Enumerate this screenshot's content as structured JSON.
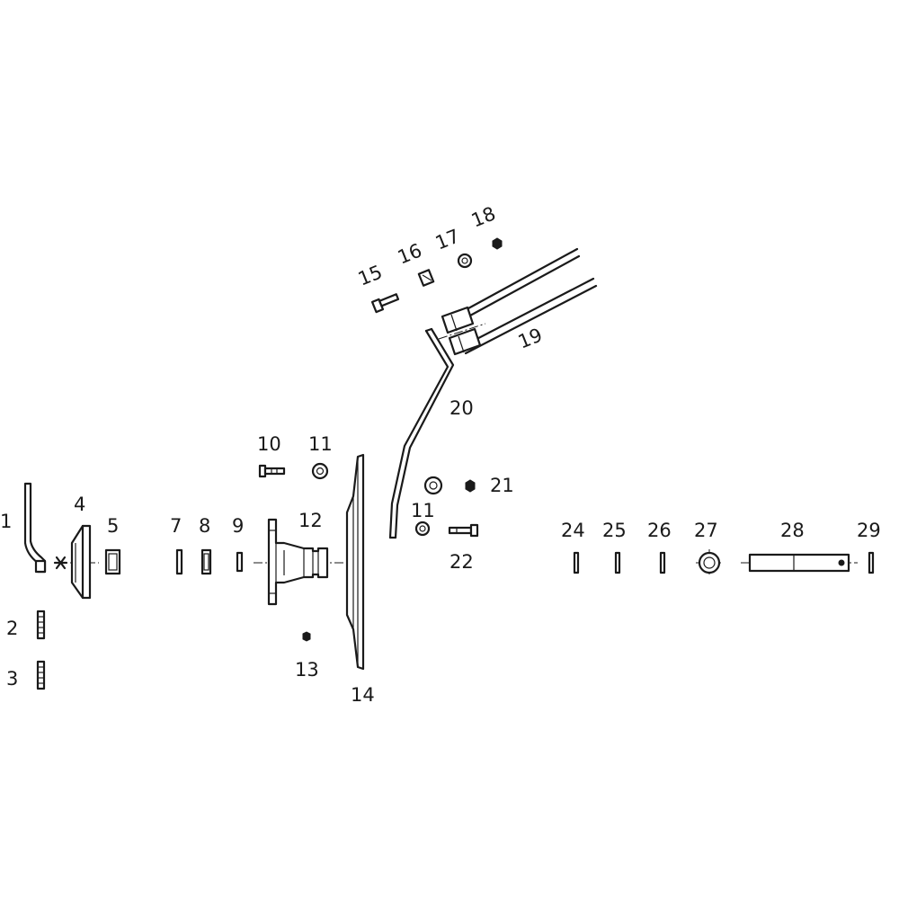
{
  "colors": {
    "ink": "#1a1a1a",
    "background": "#ffffff"
  },
  "labels": {
    "p1": "1",
    "p2": "2",
    "p3": "3",
    "p4": "4",
    "p5": "5",
    "p7": "7",
    "p8": "8",
    "p9": "9",
    "p10": "10",
    "p11a": "11",
    "p11b": "11",
    "p12": "12",
    "p13": "13",
    "p14": "14",
    "p15": "15",
    "p16": "16",
    "p17": "17",
    "p18": "18",
    "p19": "19",
    "p20": "20",
    "p21": "21",
    "p22": "22",
    "p24": "24",
    "p25": "25",
    "p26": "26",
    "p27": "27",
    "p28": "28",
    "p29": "29"
  }
}
